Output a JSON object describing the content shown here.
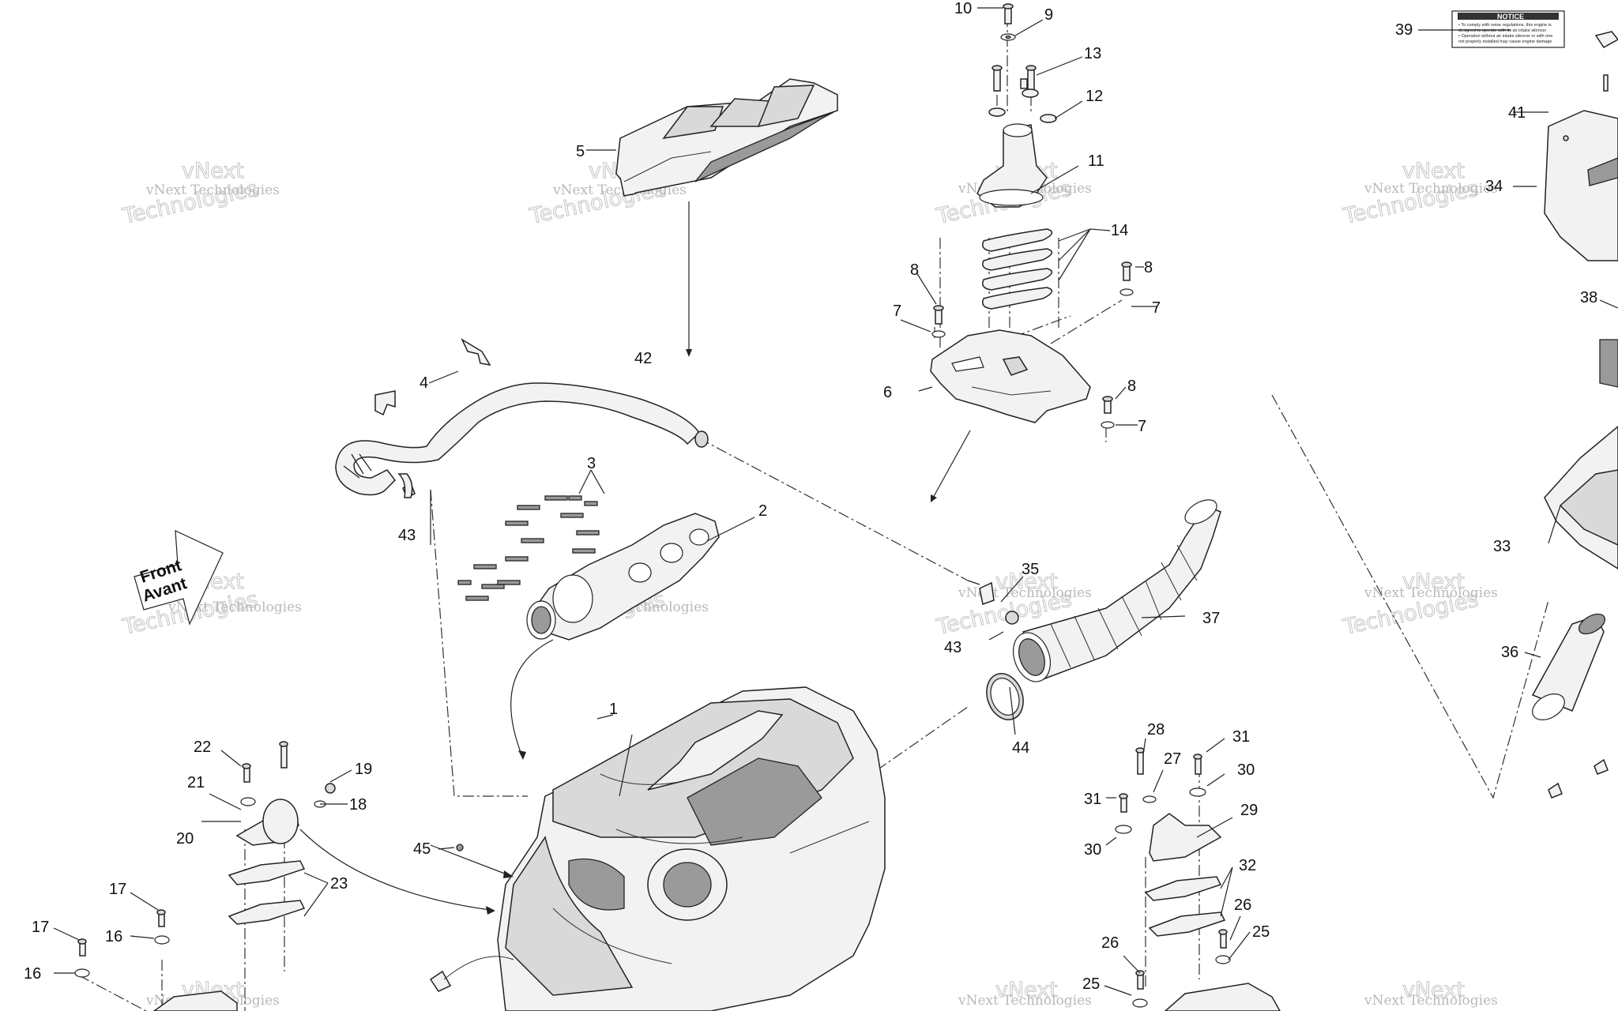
{
  "diagram": {
    "callouts": [
      "1",
      "2",
      "3",
      "4",
      "5",
      "6",
      "7",
      "7",
      "7",
      "8",
      "8",
      "8",
      "9",
      "10",
      "11",
      "12",
      "13",
      "14",
      "16",
      "16",
      "17",
      "17",
      "18",
      "19",
      "20",
      "21",
      "22",
      "23",
      "25",
      "25",
      "26",
      "26",
      "27",
      "28",
      "29",
      "30",
      "30",
      "31",
      "31",
      "32",
      "33",
      "34",
      "35",
      "36",
      "37",
      "38",
      "39",
      "41",
      "42",
      "43",
      "43",
      "44",
      "45"
    ],
    "watermark": {
      "line1": "vNext Technologies",
      "line2a": "vNext",
      "line2b": "Technologies"
    },
    "front_label": {
      "line1": "Front",
      "line2": "Avant"
    },
    "notice_label": {
      "title": "NOTICE",
      "lines": [
        "• To comply with noise regulations, this engine is",
        "  designed to operate with its air intake silencer",
        "• Operation without air intake silencer or with one",
        "  not properly installed may cause engine damage"
      ]
    },
    "colors": {
      "line": "#222222",
      "part_fill": "#f2f2f2",
      "part_shade": "#9a9a9a",
      "watermark": "#b9b9b9",
      "background": "#ffffff"
    }
  }
}
